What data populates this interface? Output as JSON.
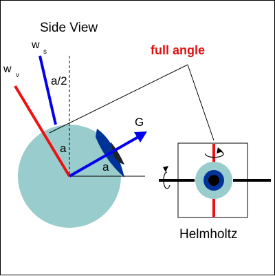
{
  "labels": {
    "title": "Side View",
    "full_angle": "full angle",
    "helmholtz": "Helmholtz",
    "ws_main": "w",
    "ws_sub": "s",
    "wv_main": "w",
    "wv_sub": "v",
    "half_angle": "a/2",
    "gaze": "G",
    "alpha_upper": "a",
    "alpha_lower": "a"
  },
  "colors": {
    "eyeball": "#99cccc",
    "iris": "#003399",
    "pupil": "#222222",
    "red_axis": "#ee1111",
    "blue_axis": "#0000ee",
    "full_angle_text": "#e01010"
  }
}
